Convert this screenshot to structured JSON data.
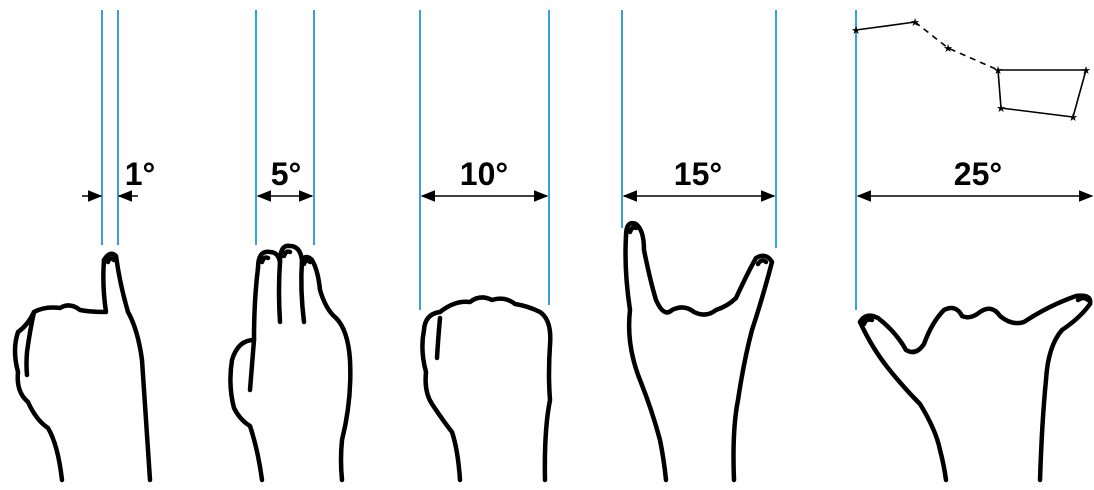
{
  "measures": [
    {
      "label": "1°",
      "gesture": "little finger"
    },
    {
      "label": "5°",
      "gesture": "three fingers"
    },
    {
      "label": "10°",
      "gesture": "fist"
    },
    {
      "label": "15°",
      "gesture": "index and little finger"
    },
    {
      "label": "25°",
      "gesture": "thumb and little finger"
    }
  ],
  "colors": {
    "guide_line": "#3aa0d8",
    "ink": "#000000"
  },
  "icons": {
    "constellation": "big-dipper-icon",
    "star": "star-icon"
  }
}
